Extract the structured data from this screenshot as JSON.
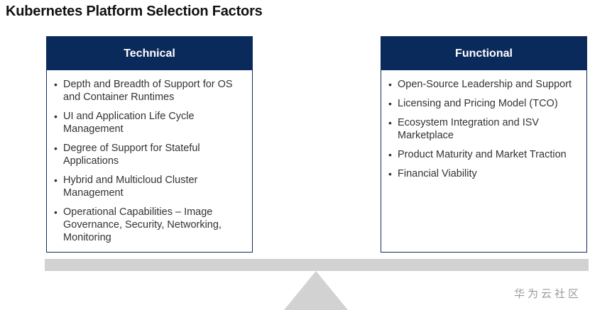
{
  "title": "Kubernetes Platform Selection Factors",
  "technical": {
    "header": "Technical",
    "items": [
      "Depth and Breadth of Support for OS and Container Runtimes",
      "UI and Application Life Cycle Management",
      "Degree of Support for Stateful Applications",
      "Hybrid and Multicloud Cluster Management",
      "Operational Capabilities – Image Governance, Security, Networking, Monitoring"
    ]
  },
  "functional": {
    "header": "Functional",
    "items": [
      "Open-Source Leadership and Support",
      "Licensing and Pricing Model (TCO)",
      "Ecosystem Integration and ISV Marketplace",
      "Product Maturity and Market Traction",
      "Financial Viability"
    ]
  },
  "bullet_char": "•",
  "watermark": "华为云社区",
  "colors": {
    "header_bg": "#0b2a5c",
    "header_text": "#ffffff",
    "panel_border": "#0d2d5e",
    "scale_gray": "#d2d2d2",
    "body_text": "#333333"
  }
}
